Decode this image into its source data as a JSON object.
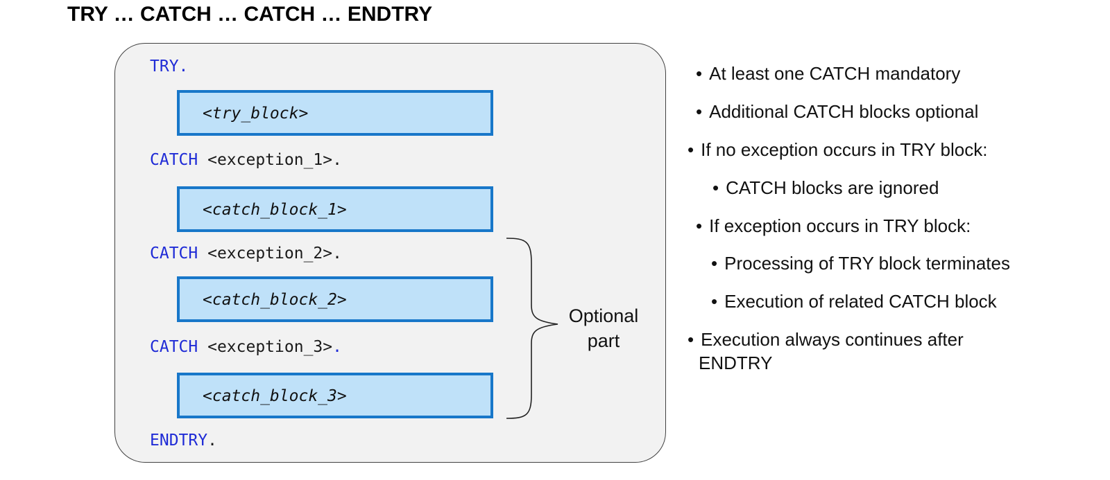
{
  "title": "TRY … CATCH … CATCH … ENDTRY",
  "code": {
    "try_kw": "TRY",
    "try_dot": ".",
    "try_block": "<try_block>",
    "catch_kw": "CATCH",
    "exception_1": " <exception_1>.",
    "catch_block_1": "<catch_block_1>",
    "exception_2": " <exception_2>.",
    "catch_block_2": "<catch_block_2>",
    "exception_3": " <exception_3>",
    "exception_3_dot": ".",
    "catch_block_3": "<catch_block_3>",
    "endtry_kw": "ENDTRY",
    "endtry_dot": "."
  },
  "optional_label": {
    "line1": "Optional",
    "line2": "part"
  },
  "bullets": {
    "b1": "At least one CATCH mandatory",
    "b2": "Additional CATCH blocks optional",
    "b3": "If no exception occurs in TRY block:",
    "b3a": "CATCH blocks are ignored",
    "b4": "If exception occurs in TRY block:",
    "b4a": "Processing of TRY block terminates",
    "b4b": "Execution of related CATCH block",
    "b5_line1": "Execution always continues after",
    "b5_line2": "ENDTRY",
    "bullet_char": "•"
  },
  "colors": {
    "keyword": "#1f2bd6",
    "block_fill": "#bfe1f9",
    "block_border": "#1877c9",
    "panel_fill": "#f2f2f2"
  }
}
